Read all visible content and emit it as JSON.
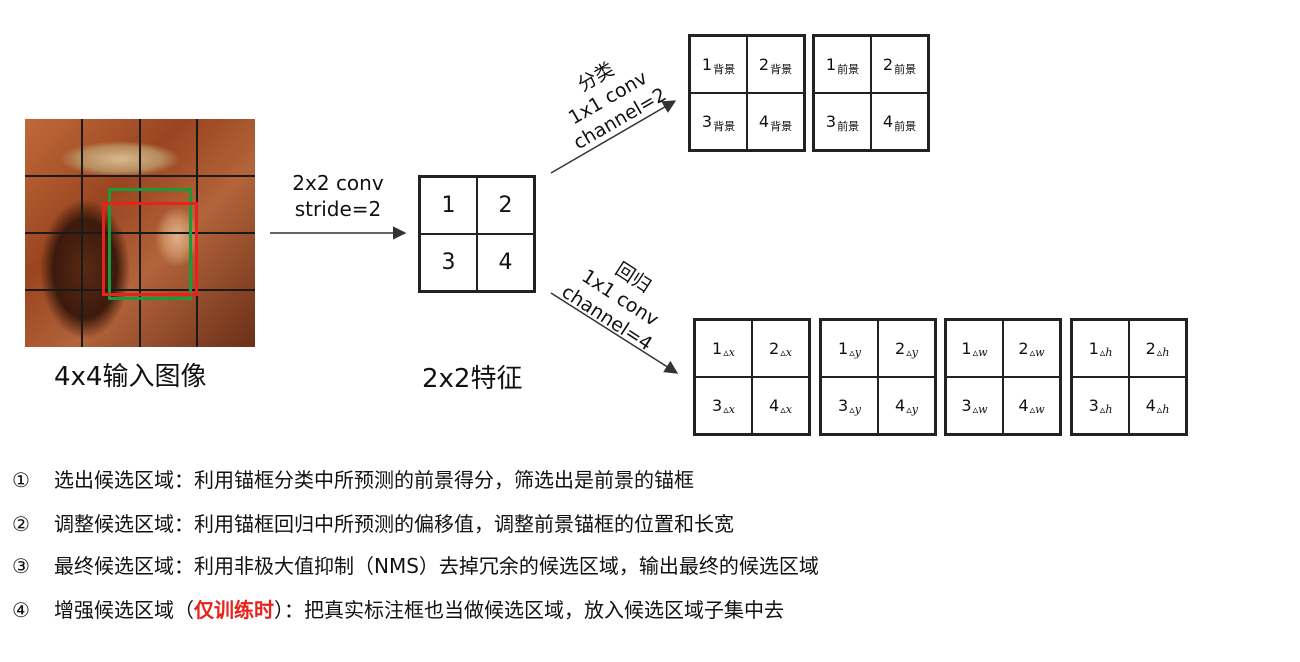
{
  "input": {
    "caption": "4x4输入图像"
  },
  "conv": {
    "line1": "2x2 conv",
    "line2": "stride=2"
  },
  "feature": {
    "caption": "2x2特征",
    "cells": [
      "1",
      "2",
      "3",
      "4"
    ]
  },
  "cls_branch": {
    "title": "分类",
    "line1": "1x1 conv",
    "line2": "channel=2"
  },
  "reg_branch": {
    "title": "回归",
    "line1": "1x1 conv",
    "line2": "channel=4"
  },
  "cls_grids": [
    {
      "cells": [
        {
          "n": "1",
          "s": "背景"
        },
        {
          "n": "2",
          "s": "背景"
        },
        {
          "n": "3",
          "s": "背景"
        },
        {
          "n": "4",
          "s": "背景"
        }
      ]
    },
    {
      "cells": [
        {
          "n": "1",
          "s": "前景"
        },
        {
          "n": "2",
          "s": "前景"
        },
        {
          "n": "3",
          "s": "前景"
        },
        {
          "n": "4",
          "s": "前景"
        }
      ]
    }
  ],
  "reg_grids": [
    {
      "cells": [
        {
          "n": "1",
          "d": "▵",
          "v": "x"
        },
        {
          "n": "2",
          "d": "▵",
          "v": "x"
        },
        {
          "n": "3",
          "d": "▵",
          "v": "x"
        },
        {
          "n": "4",
          "d": "▵",
          "v": "x"
        }
      ]
    },
    {
      "cells": [
        {
          "n": "1",
          "d": "▵",
          "v": "y"
        },
        {
          "n": "2",
          "d": "▵",
          "v": "y"
        },
        {
          "n": "3",
          "d": "▵",
          "v": "y"
        },
        {
          "n": "4",
          "d": "▵",
          "v": "y"
        }
      ]
    },
    {
      "cells": [
        {
          "n": "1",
          "d": "▵",
          "v": "w"
        },
        {
          "n": "2",
          "d": "▵",
          "v": "w"
        },
        {
          "n": "3",
          "d": "▵",
          "v": "w"
        },
        {
          "n": "4",
          "d": "▵",
          "v": "w"
        }
      ]
    },
    {
      "cells": [
        {
          "n": "1",
          "d": "▵",
          "v": "h"
        },
        {
          "n": "2",
          "d": "▵",
          "v": "h"
        },
        {
          "n": "3",
          "d": "▵",
          "v": "h"
        },
        {
          "n": "4",
          "d": "▵",
          "v": "h"
        }
      ]
    }
  ],
  "steps": [
    {
      "num": "①",
      "text": "选出候选区域：利用锚框分类中所预测的前景得分，筛选出是前景的锚框"
    },
    {
      "num": "②",
      "text": "调整候选区域：利用锚框回归中所预测的偏移值，调整前景锚框的位置和长宽"
    },
    {
      "num": "③",
      "text": "最终候选区域：利用非极大值抑制（NMS）去掉冗余的候选区域，输出最终的候选区域"
    },
    {
      "num": "④",
      "pre": "增强候选区域（",
      "highlight": "仅训练时",
      "post": "）：把真实标注框也当做候选区域，放入候选区域子集中去"
    }
  ],
  "colors": {
    "green_box": "#1a9a3a",
    "red_box": "#e8221b",
    "highlight": "#e8221b"
  }
}
